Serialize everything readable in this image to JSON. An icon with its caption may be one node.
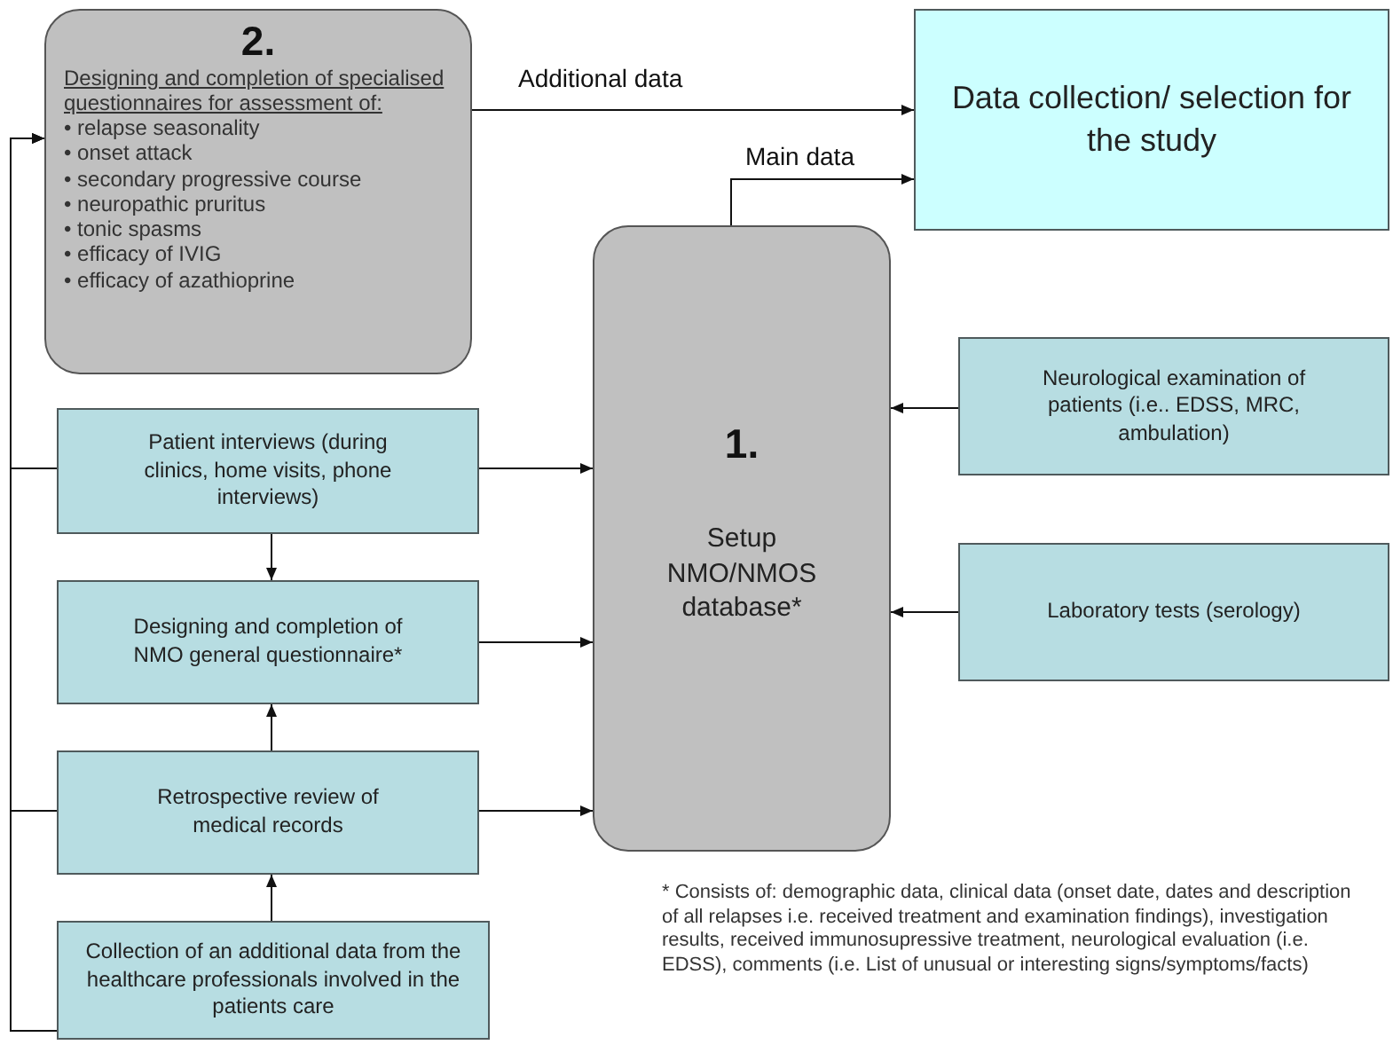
{
  "diagram": {
    "nodes": [
      {
        "text": [
          "2.",
          "Designing and completion of specialised questionnaires for assessment of:",
          "• relapse seasonality",
          "• onset attack",
          "• secondary progressive course",
          "• neuropathic pruritus",
          "• tonic spasms",
          "• efficacy of IVIG",
          "• efficacy of azathioprine"
        ]
      },
      {
        "text": [
          "Data collection/ selection for the study"
        ]
      },
      {
        "text": [
          "1.",
          "Setup NMO/NMOS database*"
        ]
      },
      {
        "text": [
          "Neurological examination of patients (i.e.. EDSS, MRC, ambulation)"
        ]
      },
      {
        "text": [
          "Laboratory tests (serology)"
        ]
      },
      {
        "text": [
          "Patient interviews (during clinics, home visits, phone interviews)"
        ]
      },
      {
        "text": [
          "Designing and completion of NMO general questionnaire*"
        ]
      },
      {
        "text": [
          "Retrospective review of medical records"
        ]
      },
      {
        "text": [
          "Collection of an additional data from the healthcare professionals involved in the patients care"
        ]
      }
    ],
    "edges": [
      {
        "from": 0,
        "to": 1,
        "arrow": "to",
        "label": "Additional data"
      },
      {
        "from": 2,
        "to": 1,
        "arrow": "to",
        "label": "Main data"
      },
      {
        "from": 5,
        "to": 2,
        "arrow": "to"
      },
      {
        "from": 6,
        "to": 2,
        "arrow": "to"
      },
      {
        "from": 7,
        "to": 2,
        "arrow": "to"
      },
      {
        "from": 3,
        "to": 2,
        "arrow": "to"
      },
      {
        "from": 4,
        "to": 2,
        "arrow": "to"
      },
      {
        "from": 5,
        "to": 6,
        "arrow": "to"
      },
      {
        "from": 7,
        "to": 6,
        "arrow": "to"
      },
      {
        "from": 8,
        "to": 7,
        "arrow": "to"
      },
      {
        "from": 5,
        "to": 0,
        "arrow": "to"
      },
      {
        "from": 7,
        "to": 0,
        "arrow": "to"
      },
      {
        "from": 8,
        "to": 0,
        "arrow": "to"
      }
    ],
    "labels": [
      "* Consists of: demographic data, clinical data (onset date, dates and description of all relapses i.e. received treatment and examination findings), investigation results, received  immunosupressive treatment, neurological evaluation (i.e. EDSS), comments (i.e. List of unusual or interesting signs/symptoms/facts)"
    ]
  }
}
